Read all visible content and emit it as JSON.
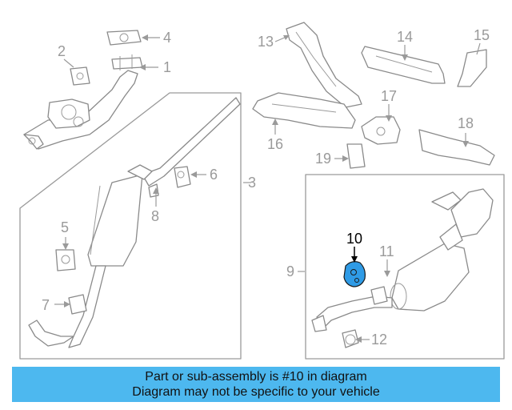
{
  "diagram": {
    "callouts": [
      "1",
      "2",
      "3",
      "4",
      "5",
      "6",
      "7",
      "8",
      "9",
      "10",
      "11",
      "12",
      "13",
      "14",
      "15",
      "16",
      "17",
      "18",
      "19"
    ],
    "highlight_callout": "10",
    "line_color": "#9a9a9a",
    "highlight_fill": "#2f9be6"
  },
  "banner": {
    "line1": "Part or sub-assembly is #10 in diagram",
    "line2": "Diagram may not be specific to your vehicle",
    "background": "#4db8ef"
  }
}
